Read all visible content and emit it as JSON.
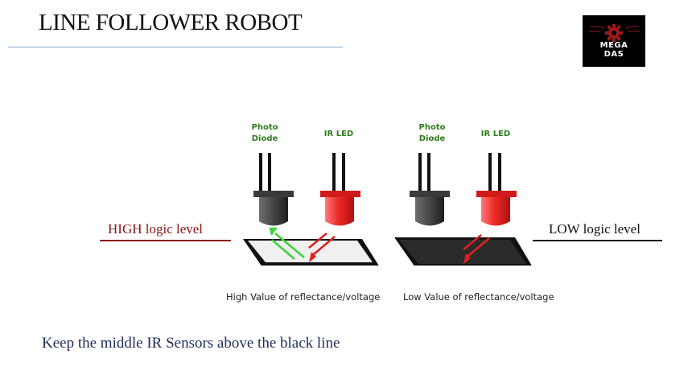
{
  "slide": {
    "title": "LINE FOLLOWER ROBOT",
    "note": "Keep the middle IR Sensors above the black line"
  },
  "logo": {
    "line1": "MEGA",
    "line2": "DAS",
    "background": "#000000"
  },
  "diagram": {
    "left_panel": {
      "photodiode_label_line1": "Photo",
      "photodiode_label_line2": "Diode",
      "ir_led_label": "IR LED",
      "side_label": "HIGH logic level",
      "caption": "High Value of reflectance/voltage",
      "surface_color": "#f0f0f0"
    },
    "right_panel": {
      "photodiode_label_line1": "Photo",
      "photodiode_label_line2": "Diode",
      "ir_led_label": "IR LED",
      "side_label": "LOW logic level",
      "caption": "Low Value of reflectance/voltage",
      "surface_color": "#2b2b2b"
    },
    "colors": {
      "label_green": "#2e7d1e",
      "led_red": "#e2201c",
      "reflect_green": "#3fd13a",
      "high_label": "#8b1414"
    }
  }
}
